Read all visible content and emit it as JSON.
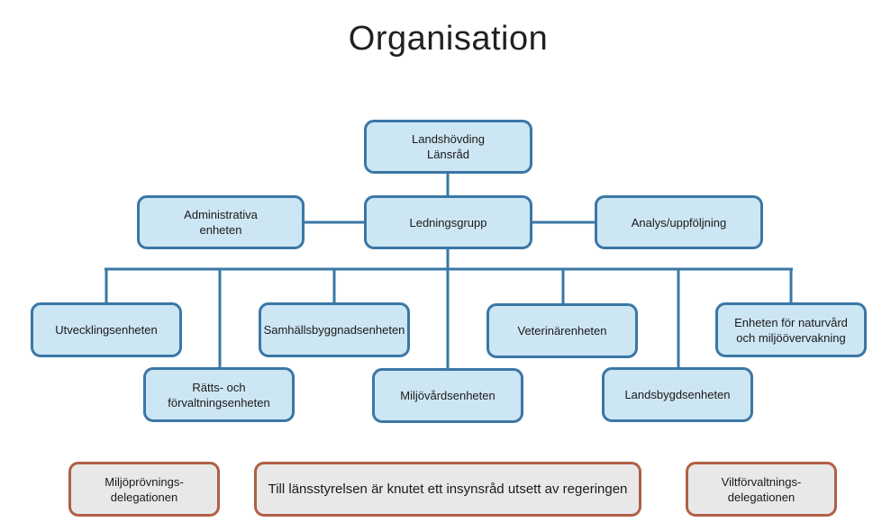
{
  "title": "Organisation",
  "top": {
    "label": "Landshövding\nLänsråd"
  },
  "management": {
    "label": "Ledningsgrupp"
  },
  "left_staff": {
    "label": "Administrativa\nenheten"
  },
  "right_staff": {
    "label": "Analys/uppföljning"
  },
  "units": [
    {
      "label": "Utvecklingsenheten"
    },
    {
      "label": "Rätts- och\nförvaltningsenheten"
    },
    {
      "label": "Samhällsbyggnadsenheten"
    },
    {
      "label": "Miljövårdsenheten"
    },
    {
      "label": "Veterinärenheten"
    },
    {
      "label": "Landsbygdsenheten"
    },
    {
      "label": "Enheten för naturvård\noch miljöövervakning"
    }
  ],
  "footer": [
    {
      "label": "Miljöprövnings-\ndelegationen"
    },
    {
      "label": "Till länsstyrelsen är knutet ett insynsråd utsett av regeringen"
    },
    {
      "label": "Viltförvaltnings-\ndelegationen"
    }
  ],
  "colors": {
    "box_fill": "#cde6f3",
    "box_border": "#3a77a6",
    "connector": "#3a77a6",
    "note_fill": "#e8e8e8",
    "note_border": "#b06045"
  }
}
